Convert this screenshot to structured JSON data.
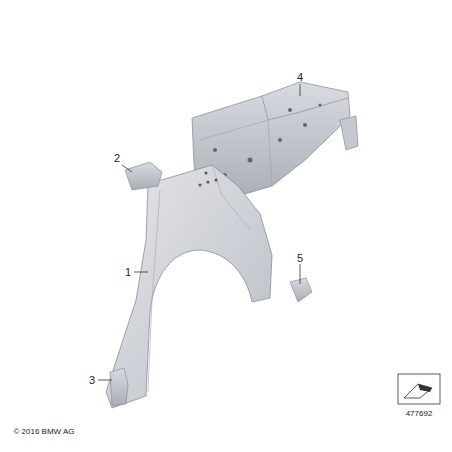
{
  "diagram": {
    "labels": [
      "2",
      "4",
      "1",
      "5",
      "3",
      "© 2016 BMW AG",
      "477692"
    ]
  }
}
